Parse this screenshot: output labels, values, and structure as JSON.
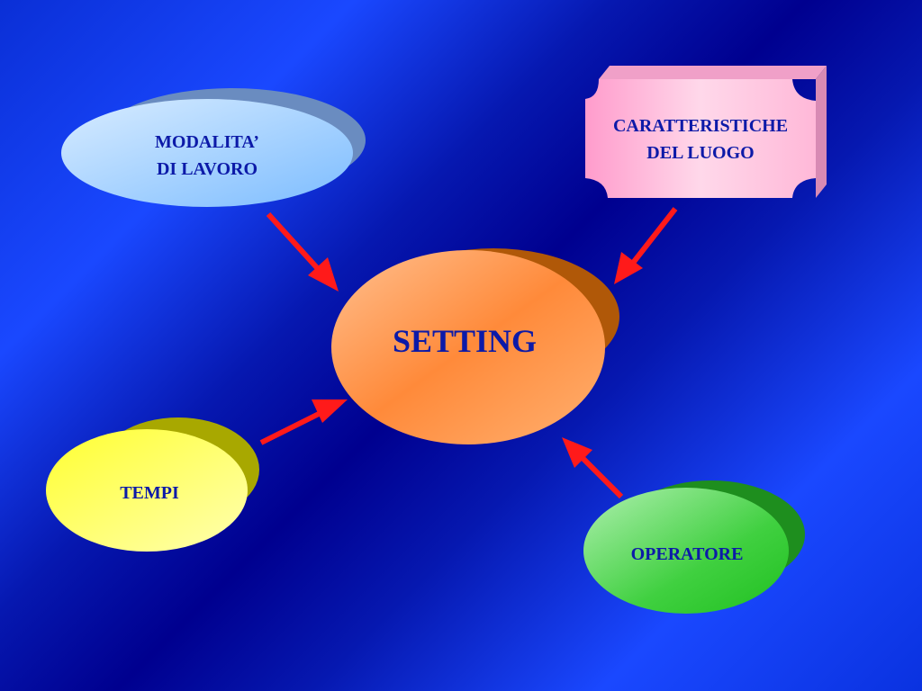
{
  "nodes": {
    "setting": {
      "label": "SETTING",
      "color_front": "#ffa060",
      "color_shadow": "#b85a10"
    },
    "modalita": {
      "line1": "MODALITA’",
      "line2": "DI LAVORO",
      "color_front": "#a8d4ff",
      "color_shadow": "#7aa6d8"
    },
    "caratteristiche": {
      "line1": "CARATTERISTICHE",
      "line2": "DEL LUOGO",
      "color_front": "#ffc0dc",
      "color_shadow": "#e090b8"
    },
    "tempi": {
      "label": "TEMPI",
      "color_front": "#ffff70",
      "color_shadow": "#b8b800"
    },
    "operatore": {
      "label": "OPERATORE",
      "color_front": "#50dc50",
      "color_shadow": "#209020"
    }
  },
  "colors": {
    "arrow": "#ff1a1a",
    "text": "#0c1aa8"
  }
}
